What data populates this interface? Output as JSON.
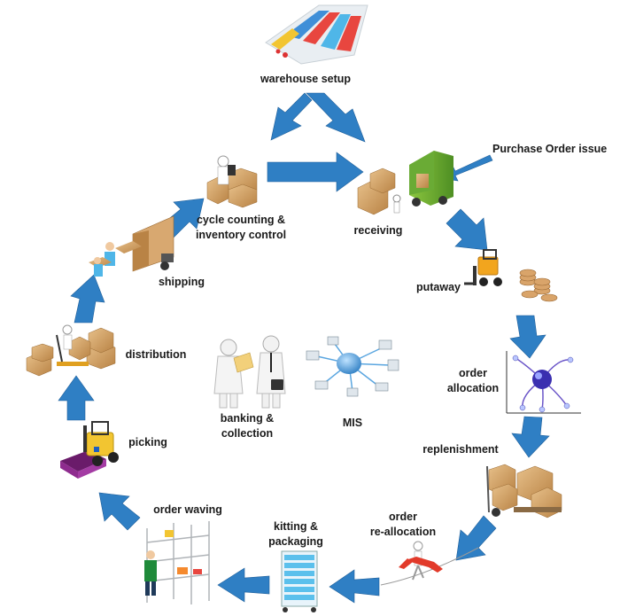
{
  "colors": {
    "arrow": "#2f7fc4",
    "arrow_edge": "#1f5f9a",
    "text": "#1a1a1a"
  },
  "labels": {
    "warehouse_setup": "warehouse setup",
    "purchase_order_issue": "Purchase Order issue",
    "receiving": "receiving",
    "putaway": "putaway",
    "order_allocation_1": "order",
    "order_allocation_2": "allocation",
    "replenishment": "replenishment",
    "order_reallocation_1": "order",
    "order_reallocation_2": "re-allocation",
    "kitting_packaging_1": "kitting &",
    "kitting_packaging_2": "packaging",
    "order_waving": "order waving",
    "picking": "picking",
    "distribution": "distribution",
    "shipping": "shipping",
    "cycle_counting_1": "cycle counting &",
    "cycle_counting_2": "inventory control",
    "banking_1": "banking &",
    "banking_2": "collection",
    "mis": "MIS"
  },
  "icons": [
    "warehouse-racks-icon",
    "delivery-truck-boxes-icon",
    "forklift-coins-icon",
    "network-allocation-chart-icon",
    "hand-truck-boxes-icon",
    "tightrope-walker-icon",
    "packaging-trolley-icon",
    "shelving-worker-icon",
    "yellow-forklift-pallet-icon",
    "pallet-jack-boxes-icon",
    "loading-truck-workers-icon",
    "clipboard-boxes-worker-icon",
    "handshake-figures-icon",
    "mis-network-icon"
  ]
}
